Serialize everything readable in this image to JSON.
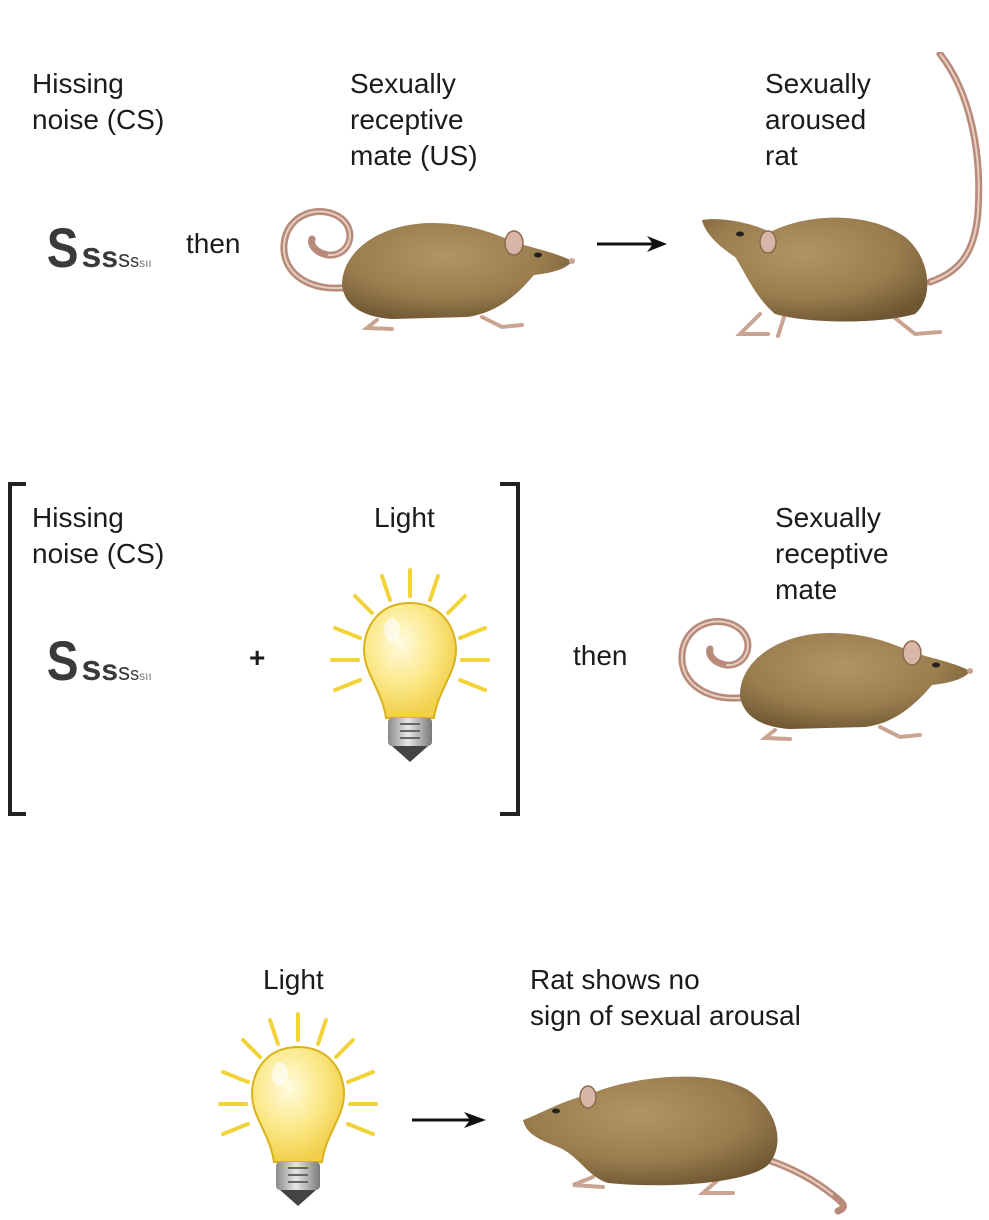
{
  "panel_top": {
    "stimulus_label": "Hissing\nnoise (CS)",
    "hiss_text": [
      "S",
      "s",
      "s",
      "s",
      "s",
      "sıı"
    ],
    "then_label": "then",
    "mate_label": "Sexually\nreceptive\nmate (US)",
    "result_label": "Sexually\naroused\nrat"
  },
  "panel_middle": {
    "stimulus_label": "Hissing\nnoise (CS)",
    "hiss_text": [
      "S",
      "s",
      "s",
      "s",
      "s",
      "sıı"
    ],
    "plus_label": "+",
    "light_label": "Light",
    "then_label": "then",
    "mate_label": "Sexually\nreceptive\nmate"
  },
  "panel_bottom": {
    "light_label": "Light",
    "result_label": "Rat shows no\nsign of sexual arousal"
  },
  "colors": {
    "rat_fur": "#9a7d4e",
    "rat_fur_dark": "#6e5632",
    "tail": "#b88a7a",
    "bulb": "#fbe98a",
    "rays": "#f2d33a",
    "arrow": "#111111",
    "bracket": "#222222"
  },
  "icons": [
    "hissing-sound-icon",
    "rat-illustration",
    "light-bulb-icon",
    "arrow-right-icon",
    "bracket-icon"
  ]
}
